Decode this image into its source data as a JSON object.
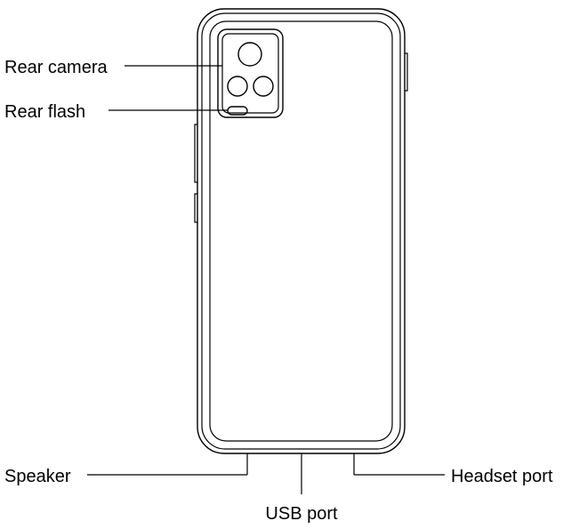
{
  "labels": {
    "rear_camera": "Rear camera",
    "rear_flash": "Rear flash",
    "speaker": "Speaker",
    "usb_port": "USB port",
    "headset_port": "Headset port"
  },
  "colors": {
    "line": "#000000",
    "background": "#ffffff"
  }
}
